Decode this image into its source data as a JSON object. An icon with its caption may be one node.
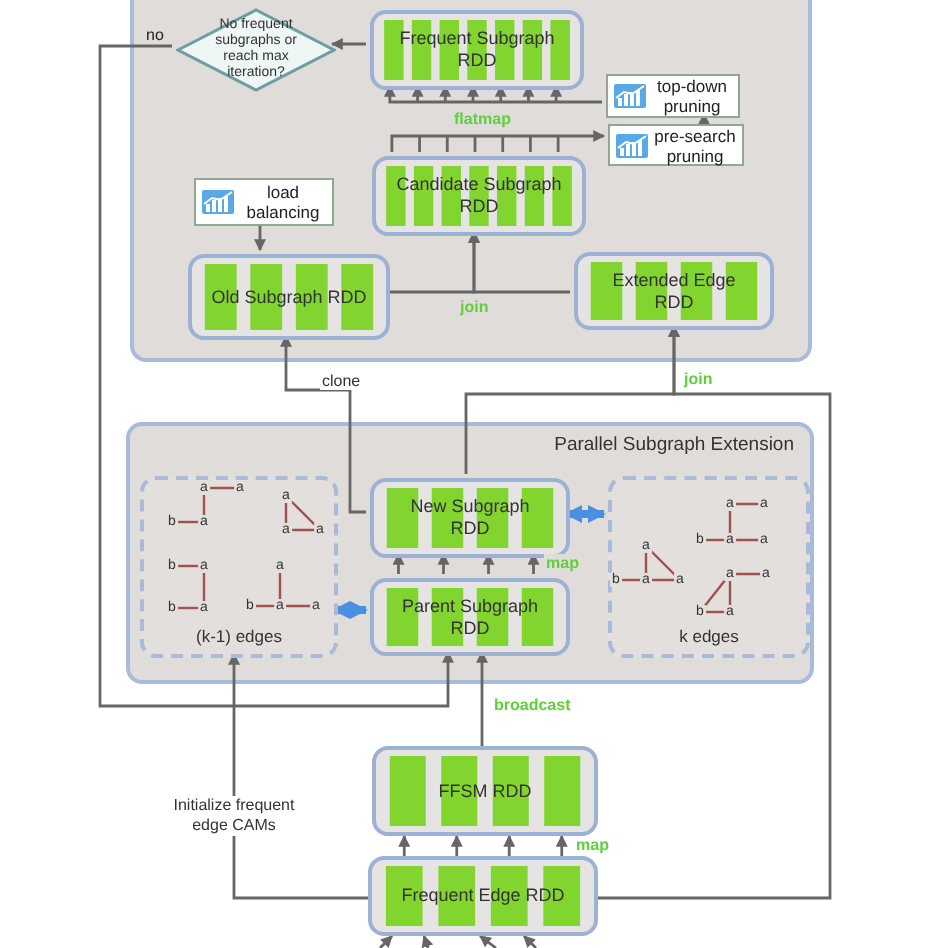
{
  "diagram": {
    "nodes": [
      {
        "text": [],
        "shape": "box"
      },
      {
        "text": [
          "No frequent subgraphs or reach max iteration?"
        ],
        "in": 0
      },
      {
        "text": [
          "Frequent Subgraph RDD"
        ],
        "in": 0
      },
      {
        "text": [
          "top-down pruning"
        ],
        "in": 0
      },
      {
        "text": [
          "pre-search pruning"
        ],
        "in": 0
      },
      {
        "text": [
          "Candidate Subgraph RDD"
        ],
        "in": 0
      },
      {
        "text": [
          "load balancing"
        ],
        "in": 0
      },
      {
        "text": [
          "Old Subgraph RDD"
        ],
        "in": 0
      },
      {
        "text": [
          "Extended Edge RDD"
        ],
        "in": 0
      },
      {
        "text": [
          "Parallel Subgraph Extension"
        ]
      },
      {
        "text": [
          "(k-1) edges"
        ],
        "in": 9
      },
      {
        "text": [
          "New Subgraph RDD"
        ],
        "in": 9
      },
      {
        "text": [
          "Parent Subgraph RDD"
        ],
        "in": 9
      },
      {
        "text": [
          "k edges"
        ],
        "in": 9
      },
      {
        "text": [
          "FFSM RDD"
        ]
      },
      {
        "text": [
          "Frequent Edge RDD"
        ]
      }
    ],
    "edges": [
      {
        "from": 2,
        "to": 1,
        "arrow": "to"
      },
      {
        "from": 1,
        "to": 12,
        "arrow": "to",
        "label": "no"
      },
      {
        "from": 15,
        "to": 10,
        "arrow": "to",
        "label": "Initialize frequent edge CAMs"
      },
      {
        "from": 15,
        "to": 8,
        "arrow": "to",
        "label": "join"
      },
      {
        "from": 11,
        "to": 8,
        "arrow": "to"
      },
      {
        "from": 11,
        "to": 7,
        "arrow": "to",
        "label": "clone"
      },
      {
        "from": 7,
        "to": 5,
        "arrow": "to",
        "label": "join"
      },
      {
        "from": 8,
        "to": 5,
        "arrow": "to"
      },
      {
        "from": 6,
        "to": 7,
        "arrow": "to"
      },
      {
        "from": 5,
        "to": 4,
        "arrow": "to"
      },
      {
        "from": 4,
        "to": 3,
        "arrow": "to"
      },
      {
        "from": 3,
        "to": 2,
        "arrow": "to",
        "label": "flatmap"
      },
      {
        "from": 10,
        "to": 12,
        "arrow": "both",
        "style": "thick",
        "color": "#4a8fe0"
      },
      {
        "from": 11,
        "to": 13,
        "arrow": "both",
        "style": "thick",
        "color": "#4a8fe0"
      },
      {
        "from": 12,
        "to": 11,
        "arrow": "to",
        "label": "map"
      },
      {
        "from": 14,
        "to": 12,
        "arrow": "to",
        "label": "broadcast"
      },
      {
        "from": 15,
        "to": 14,
        "arrow": "to",
        "label": "map"
      },
      {
        "from": null,
        "to": 15,
        "arrow": "to"
      },
      {
        "from": null,
        "to": 15,
        "arrow": "to"
      },
      {
        "from": null,
        "to": 15,
        "arrow": "to"
      },
      {
        "from": null,
        "to": 15,
        "arrow": "to"
      }
    ],
    "labels": [
      "a",
      "a",
      "b",
      "a",
      "a",
      "a",
      "a",
      "b",
      "a",
      "b",
      "a",
      "a",
      "b",
      "a",
      "a",
      "a",
      "a",
      "b",
      "a",
      "a",
      "a",
      "b",
      "a",
      "a",
      "a",
      "a",
      "b",
      "a"
    ]
  }
}
